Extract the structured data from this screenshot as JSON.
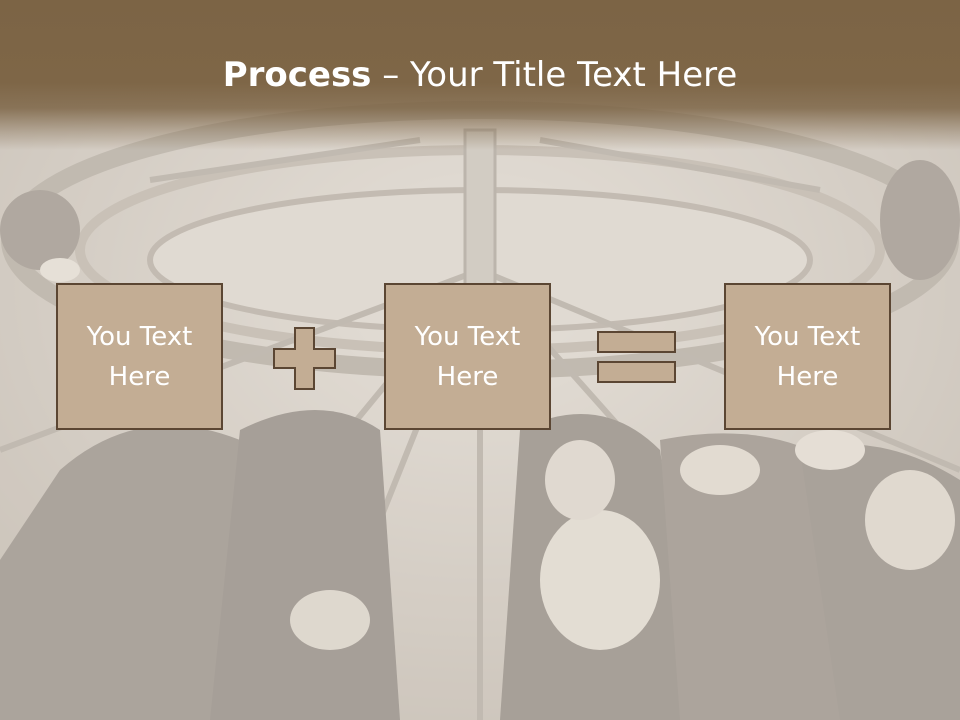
{
  "slide": {
    "title_bold": "Process",
    "title_rest": " – Your Title Text Here",
    "boxes": [
      {
        "text": "You Text Here"
      },
      {
        "text": "You Text Here"
      },
      {
        "text": "You Text Here"
      }
    ],
    "operators": [
      "plus-icon",
      "equals-icon"
    ],
    "background_image": "rotary milking parlor with cows"
  },
  "colors": {
    "title_band": "#7c6445",
    "box_fill": "#c3ad94",
    "box_border": "#5b4633",
    "operator_fill": "#c3ad94",
    "text": "#ffffff"
  }
}
